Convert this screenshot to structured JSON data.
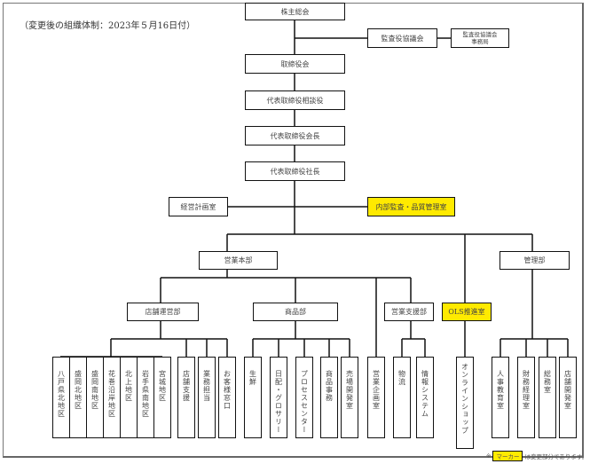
{
  "caption": "（変更後の組織体制：2023年５月16日付）",
  "highlight_color": "#ffea00",
  "top_chain": {
    "shareholders": "株主総会",
    "audit_board": "監査役協議会",
    "audit_office": "監査役協議会\n事務局",
    "board": "取締役会",
    "advisor": "代表取締役相談役",
    "chairman": "代表取締役会長",
    "president": "代表取締役社長",
    "planning": "経営計画室",
    "internal_audit": "内部監査・品質管理室"
  },
  "divisions": {
    "sales_hq": "営業本部",
    "admin": "管理部",
    "ols": "OLS推進室"
  },
  "departments": {
    "store_ops": "店舗運営部",
    "merch": "商品部",
    "sales_support": "営業支援部"
  },
  "units": [
    {
      "label": "八戸県北地区",
      "highlight": false
    },
    {
      "label": "盛岡北地区",
      "highlight": false
    },
    {
      "label": "盛岡南地区",
      "highlight": false
    },
    {
      "label": "花巻沿岸地区",
      "highlight": false
    },
    {
      "label": "北上地区",
      "highlight": false
    },
    {
      "label": "岩手県南地区",
      "highlight": false
    },
    {
      "label": "宮城地区",
      "highlight": false
    },
    {
      "label": "店舗支援",
      "highlight": false
    },
    {
      "label": "業務担当",
      "highlight": false
    },
    {
      "label": "お客様窓口",
      "highlight": true
    },
    {
      "label": "生鮮",
      "highlight": false
    },
    {
      "label": "日配・グロサリー",
      "highlight": false
    },
    {
      "label": "プロセスセンター",
      "highlight": false
    },
    {
      "label": "商品事務",
      "highlight": false
    },
    {
      "label": "売場開発室",
      "highlight": true
    },
    {
      "label": "営業企画室",
      "highlight": true
    },
    {
      "label": "物流",
      "highlight": false
    },
    {
      "label": "情報システム",
      "highlight": false
    },
    {
      "label": "オンラインショップ",
      "highlight": true
    },
    {
      "label": "人事教育室",
      "highlight": false
    },
    {
      "label": "財務経理室",
      "highlight": false
    },
    {
      "label": "総務室",
      "highlight": false
    },
    {
      "label": "店舗開発室",
      "highlight": false
    }
  ],
  "note": {
    "prefix": "※",
    "marker": "マーカー",
    "suffix": "は変更部分であります。"
  }
}
